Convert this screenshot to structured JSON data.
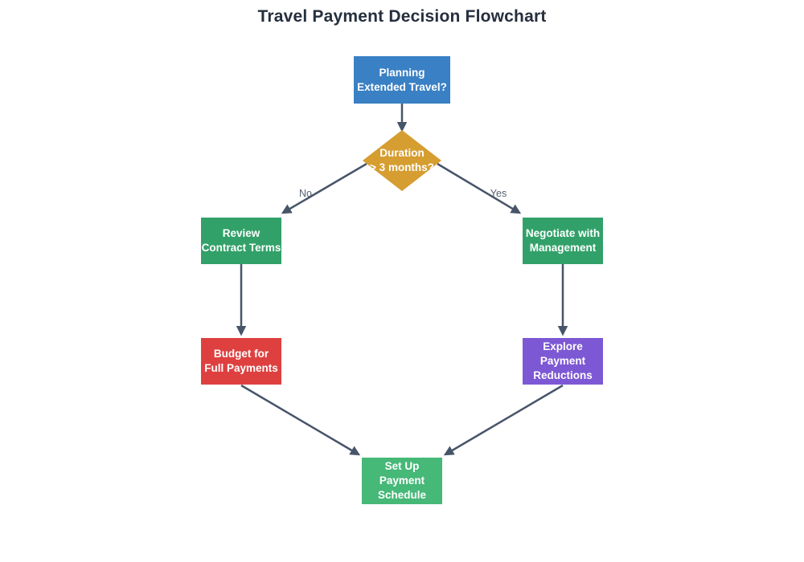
{
  "title": "Travel Payment Decision Flowchart",
  "diagram_type": "flowchart",
  "colors": {
    "start_blue": "#3a80c4",
    "decision_orange": "#d69d30",
    "branch_green": "#32a169",
    "budget_red": "#de4040",
    "explore_purple": "#7d58d4",
    "schedule_green": "#46b878",
    "edge_stroke": "#475569",
    "edge_label_text": "#55606e",
    "title_text": "#252f3e",
    "node_text": "#ffffff"
  },
  "nodes": {
    "start": {
      "label": "Planning\nExtended Travel?",
      "shape": "rect",
      "color": "#3a80c4"
    },
    "decision": {
      "label": "Duration\n> 3 months?",
      "shape": "diamond",
      "color": "#d69d30"
    },
    "review": {
      "label": "Review\nContract Terms",
      "shape": "rect",
      "color": "#32a169"
    },
    "negotiate": {
      "label": "Negotiate with\nManagement",
      "shape": "rect",
      "color": "#32a169"
    },
    "budget": {
      "label": "Budget for\nFull Payments",
      "shape": "rect",
      "color": "#de4040"
    },
    "explore": {
      "label": "Explore Payment\nReductions",
      "shape": "rect",
      "color": "#7d58d4"
    },
    "schedule": {
      "label": "Set Up Payment\nSchedule",
      "shape": "rect",
      "color": "#46b878"
    }
  },
  "edges": [
    {
      "from": "start",
      "to": "decision",
      "label": ""
    },
    {
      "from": "decision",
      "to": "review",
      "label": "No"
    },
    {
      "from": "decision",
      "to": "negotiate",
      "label": "Yes"
    },
    {
      "from": "review",
      "to": "budget",
      "label": ""
    },
    {
      "from": "negotiate",
      "to": "explore",
      "label": ""
    },
    {
      "from": "budget",
      "to": "schedule",
      "label": ""
    },
    {
      "from": "explore",
      "to": "schedule",
      "label": ""
    }
  ]
}
